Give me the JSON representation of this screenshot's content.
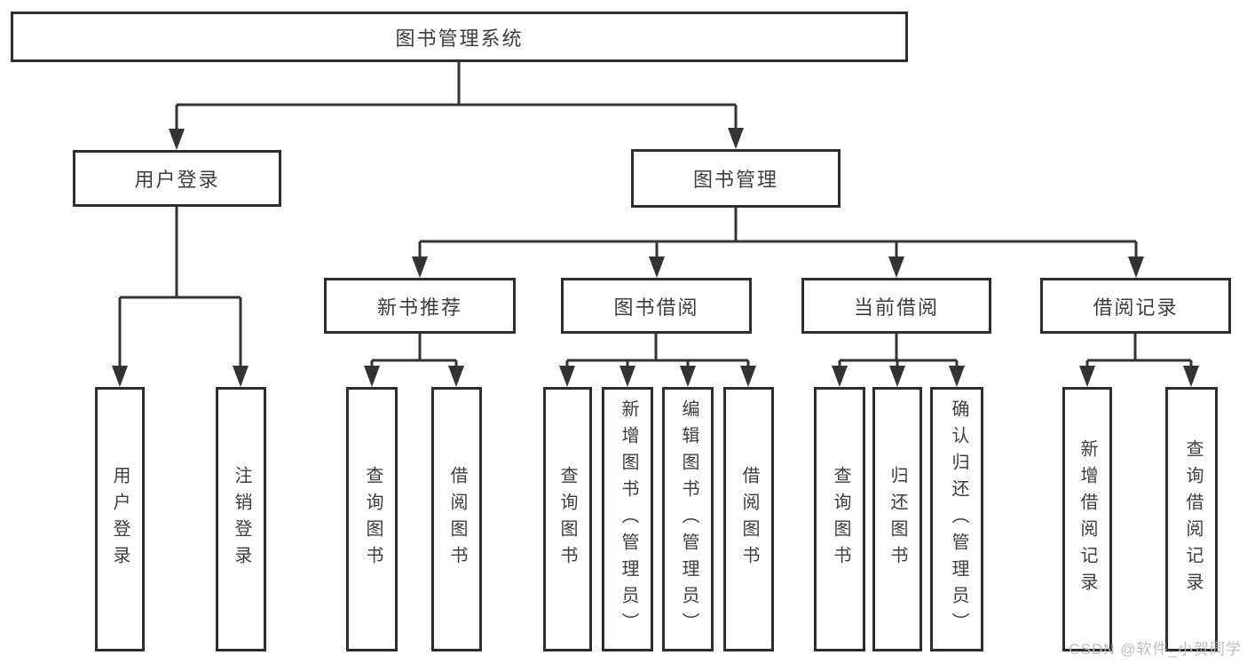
{
  "page": {
    "background": "#ffffff"
  },
  "watermark": {
    "text": "CSDN @软件_小贺同学",
    "color": "#bdbdbd"
  },
  "diagram": {
    "type": "tree",
    "line_color": "#333333",
    "box_border_color": "#2e2e2e",
    "text_color": "#3d3e42",
    "root": {
      "label": "图书管理系统"
    },
    "level2": [
      {
        "label": "用户登录"
      },
      {
        "label": "图书管理"
      }
    ],
    "level3": [
      {
        "label": "新书推荐"
      },
      {
        "label": "图书借阅"
      },
      {
        "label": "当前借阅"
      },
      {
        "label": "借阅记录"
      }
    ],
    "leaves": {
      "user_login": [
        {
          "label": "用户登录"
        },
        {
          "label": "注销登录"
        }
      ],
      "new_book": [
        {
          "label": "查询图书"
        },
        {
          "label": "借阅图书"
        }
      ],
      "book_borrow": [
        {
          "label": "查询图书"
        },
        {
          "label": "新增图书（管理员）"
        },
        {
          "label": "编辑图书（管理员）"
        },
        {
          "label": "借阅图书"
        }
      ],
      "current_borrow": [
        {
          "label": "查询图书"
        },
        {
          "label": "归还图书"
        },
        {
          "label": "确认归还（管理员）"
        }
      ],
      "borrow_record": [
        {
          "label": "新增借阅记录"
        },
        {
          "label": "查询借阅记录"
        }
      ]
    }
  }
}
